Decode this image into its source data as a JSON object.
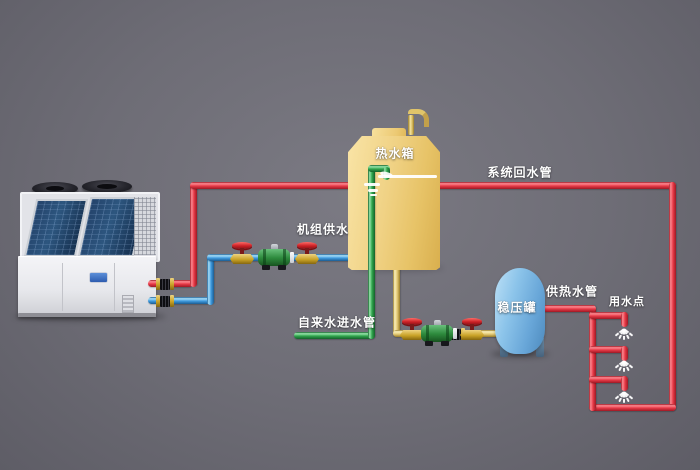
{
  "diagram": {
    "labels": {
      "hot_water_tank": "热水箱",
      "system_return_pipe": "系统回水管",
      "unit_supply": "机组供水",
      "tap_water_inlet_pipe": "自来水进水管",
      "pressure_tank": "稳压罐",
      "hot_water_supply_pipe": "供热水管",
      "water_use_point": "用水点"
    },
    "icons": {
      "heat_pump": "air-source-heat-pump-unit",
      "valve": "red-handwheel-shutoff-valve",
      "pump": "green-circulation-pump",
      "union": "brass-pipe-union",
      "spray": "water-spray-nozzle",
      "vent": "tank-vent-gooseneck"
    },
    "colors": {
      "background": "#6e6d76",
      "return_pipe_red": "#e63946",
      "supply_pipe_blue": "#3f9ade",
      "tap_water_pipe_green": "#2fa44c",
      "tank_outlet_pipe_yellow": "#e6cc78",
      "hot_water_tank_yellow": "#f0d285",
      "pressure_tank_blue": "#8cc4ea",
      "pump_green": "#2e8b3d",
      "valve_red": "#cc2127",
      "brass_fitting": "#c9a227",
      "label_text": "#ffffff"
    }
  }
}
